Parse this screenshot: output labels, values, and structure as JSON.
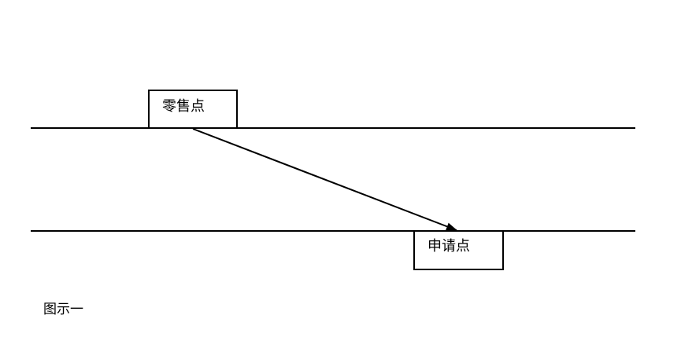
{
  "diagram": {
    "top_box_label": "零售点",
    "bottom_box_label": "申请点",
    "caption": "图示一"
  },
  "colors": {
    "line": "#000000",
    "background": "#ffffff"
  }
}
